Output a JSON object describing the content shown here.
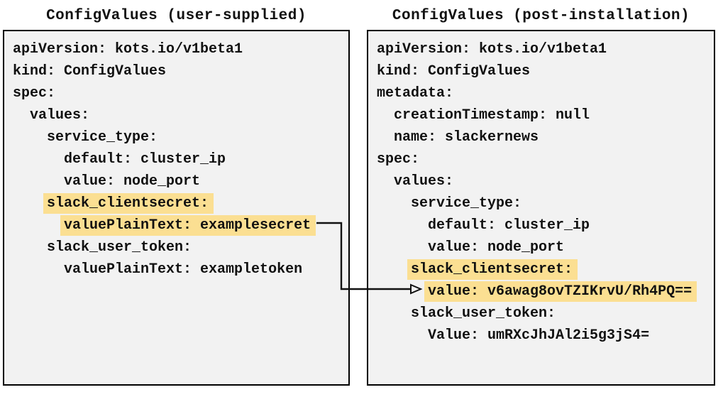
{
  "left_panel": {
    "title": "ConfigValues (user-supplied)",
    "lines": [
      {
        "indent": 0,
        "text": "apiVersion: kots.io/v1beta1",
        "highlight": false
      },
      {
        "indent": 0,
        "text": "kind: ConfigValues",
        "highlight": false
      },
      {
        "indent": 0,
        "text": "spec:",
        "highlight": false
      },
      {
        "indent": 1,
        "text": "values:",
        "highlight": false
      },
      {
        "indent": 2,
        "text": "service_type:",
        "highlight": false
      },
      {
        "indent": 3,
        "text": "default: cluster_ip",
        "highlight": false
      },
      {
        "indent": 3,
        "text": "value: node_port",
        "highlight": false
      },
      {
        "indent": 2,
        "text": "slack_clientsecret:",
        "highlight": true
      },
      {
        "indent": 3,
        "text": "valuePlainText: examplesecret",
        "highlight": true
      },
      {
        "indent": 2,
        "text": "slack_user_token:",
        "highlight": false
      },
      {
        "indent": 3,
        "text": "valuePlainText: exampletoken",
        "highlight": false
      }
    ]
  },
  "right_panel": {
    "title": "ConfigValues (post-installation)",
    "lines": [
      {
        "indent": 0,
        "text": "apiVersion: kots.io/v1beta1",
        "highlight": false
      },
      {
        "indent": 0,
        "text": "kind: ConfigValues",
        "highlight": false
      },
      {
        "indent": 0,
        "text": "metadata:",
        "highlight": false
      },
      {
        "indent": 1,
        "text": "creationTimestamp: null",
        "highlight": false
      },
      {
        "indent": 1,
        "text": "name: slackernews",
        "highlight": false
      },
      {
        "indent": 0,
        "text": "spec:",
        "highlight": false
      },
      {
        "indent": 1,
        "text": "values:",
        "highlight": false
      },
      {
        "indent": 2,
        "text": "service_type:",
        "highlight": false
      },
      {
        "indent": 3,
        "text": "default: cluster_ip",
        "highlight": false
      },
      {
        "indent": 3,
        "text": "value: node_port",
        "highlight": false
      },
      {
        "indent": 2,
        "text": "slack_clientsecret:",
        "highlight": true
      },
      {
        "indent": 3,
        "text": "value: v6awag8ovTZIKrvU/Rh4PQ==",
        "highlight": true
      },
      {
        "indent": 2,
        "text": "slack_user_token:",
        "highlight": false
      },
      {
        "indent": 3,
        "text": "Value: umRXcJhJAl2i5g3jS4=",
        "highlight": false
      }
    ]
  },
  "arrow": {
    "from": "valuePlainText: examplesecret",
    "to": "value: v6awag8ovTZIKrvU/Rh4PQ=="
  },
  "colors": {
    "highlight": "#fbdf92",
    "panel_background": "#f2f2f2",
    "panel_border": "#000000",
    "text": "#111111",
    "arrow": "#111111"
  }
}
